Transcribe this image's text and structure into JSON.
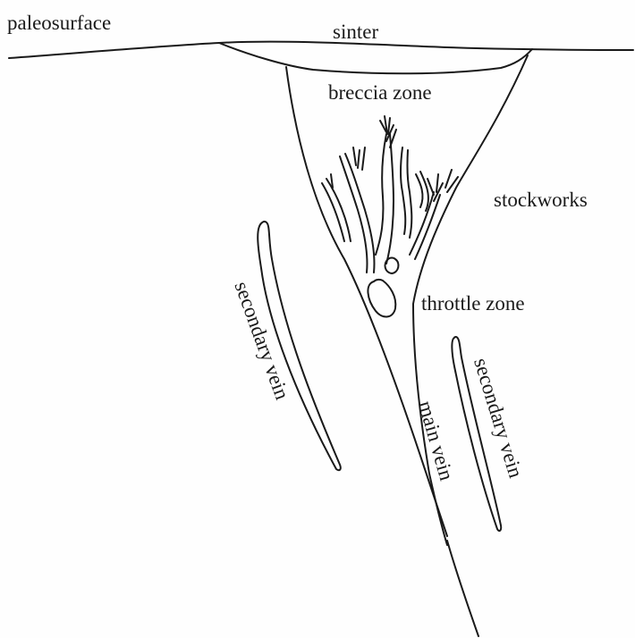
{
  "labels": {
    "paleosurface": "paleosurface",
    "sinter": "sinter",
    "breccia_zone": "breccia zone",
    "stockworks": "stockworks",
    "throttle_zone": "throttle zone",
    "secondary_vein_left": "secondary vein",
    "main_vein": "main vein",
    "secondary_vein_right": "secondary vein"
  },
  "colors": {
    "line": "#1a1a1a",
    "background": "#fefefe"
  }
}
